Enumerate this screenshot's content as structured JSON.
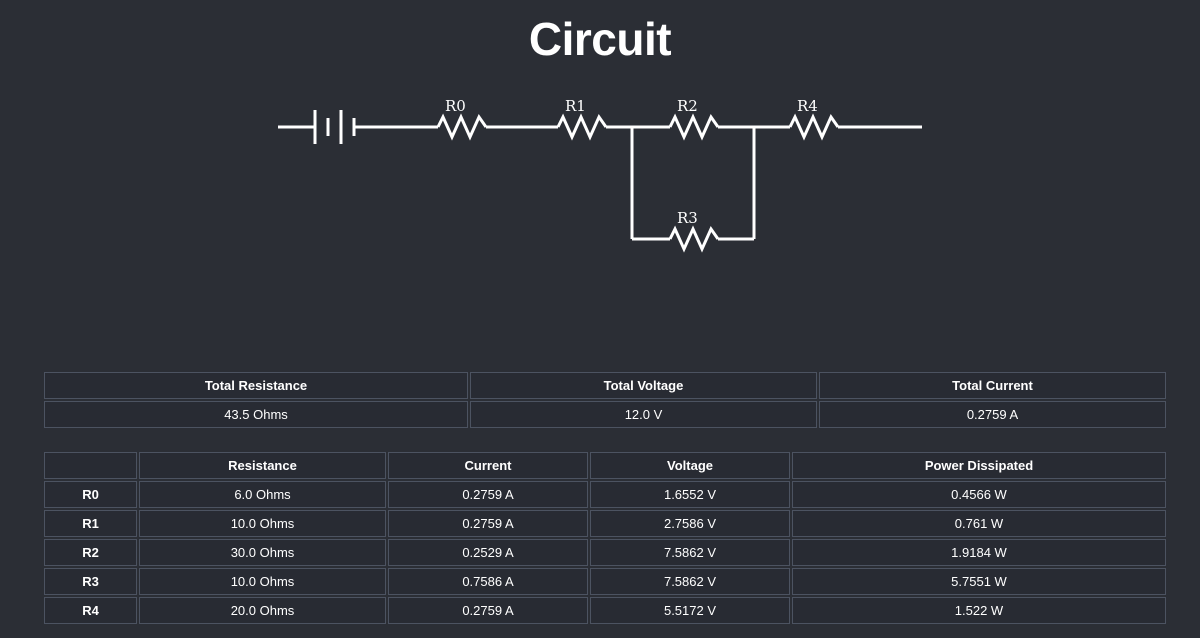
{
  "page": {
    "title": "Circuit",
    "background_color": "#2b2e35",
    "text_color": "#ffffff",
    "cell_border_color": "#4c5361",
    "cell_fill_color": "#282b33"
  },
  "circuit": {
    "diagram_type": "series-parallel resistor network with battery source",
    "battery": {
      "name": "battery",
      "plates": 4
    },
    "elements": [
      {
        "label": "R0",
        "placement": "series"
      },
      {
        "label": "R1",
        "placement": "series"
      },
      {
        "label": "R2",
        "placement": "parallel-top"
      },
      {
        "label": "R3",
        "placement": "parallel-bottom"
      },
      {
        "label": "R4",
        "placement": "series"
      }
    ]
  },
  "summary_table": {
    "headers": [
      "Total Resistance",
      "Total Voltage",
      "Total Current"
    ],
    "values": [
      "43.5 Ohms",
      "12.0 V",
      "0.2759 A"
    ]
  },
  "detail_table": {
    "headers": [
      "",
      "Resistance",
      "Current",
      "Voltage",
      "Power Dissipated"
    ],
    "rows": [
      {
        "name": "R0",
        "resistance": "6.0 Ohms",
        "current": "0.2759 A",
        "voltage": "1.6552 V",
        "power": "0.4566 W"
      },
      {
        "name": "R1",
        "resistance": "10.0 Ohms",
        "current": "0.2759 A",
        "voltage": "2.7586 V",
        "power": "0.761 W"
      },
      {
        "name": "R2",
        "resistance": "30.0 Ohms",
        "current": "0.2529 A",
        "voltage": "7.5862 V",
        "power": "1.9184 W"
      },
      {
        "name": "R3",
        "resistance": "10.0 Ohms",
        "current": "0.7586 A",
        "voltage": "7.5862 V",
        "power": "5.7551 W"
      },
      {
        "name": "R4",
        "resistance": "20.0 Ohms",
        "current": "0.2759 A",
        "voltage": "5.5172 V",
        "power": "1.522 W"
      }
    ]
  }
}
